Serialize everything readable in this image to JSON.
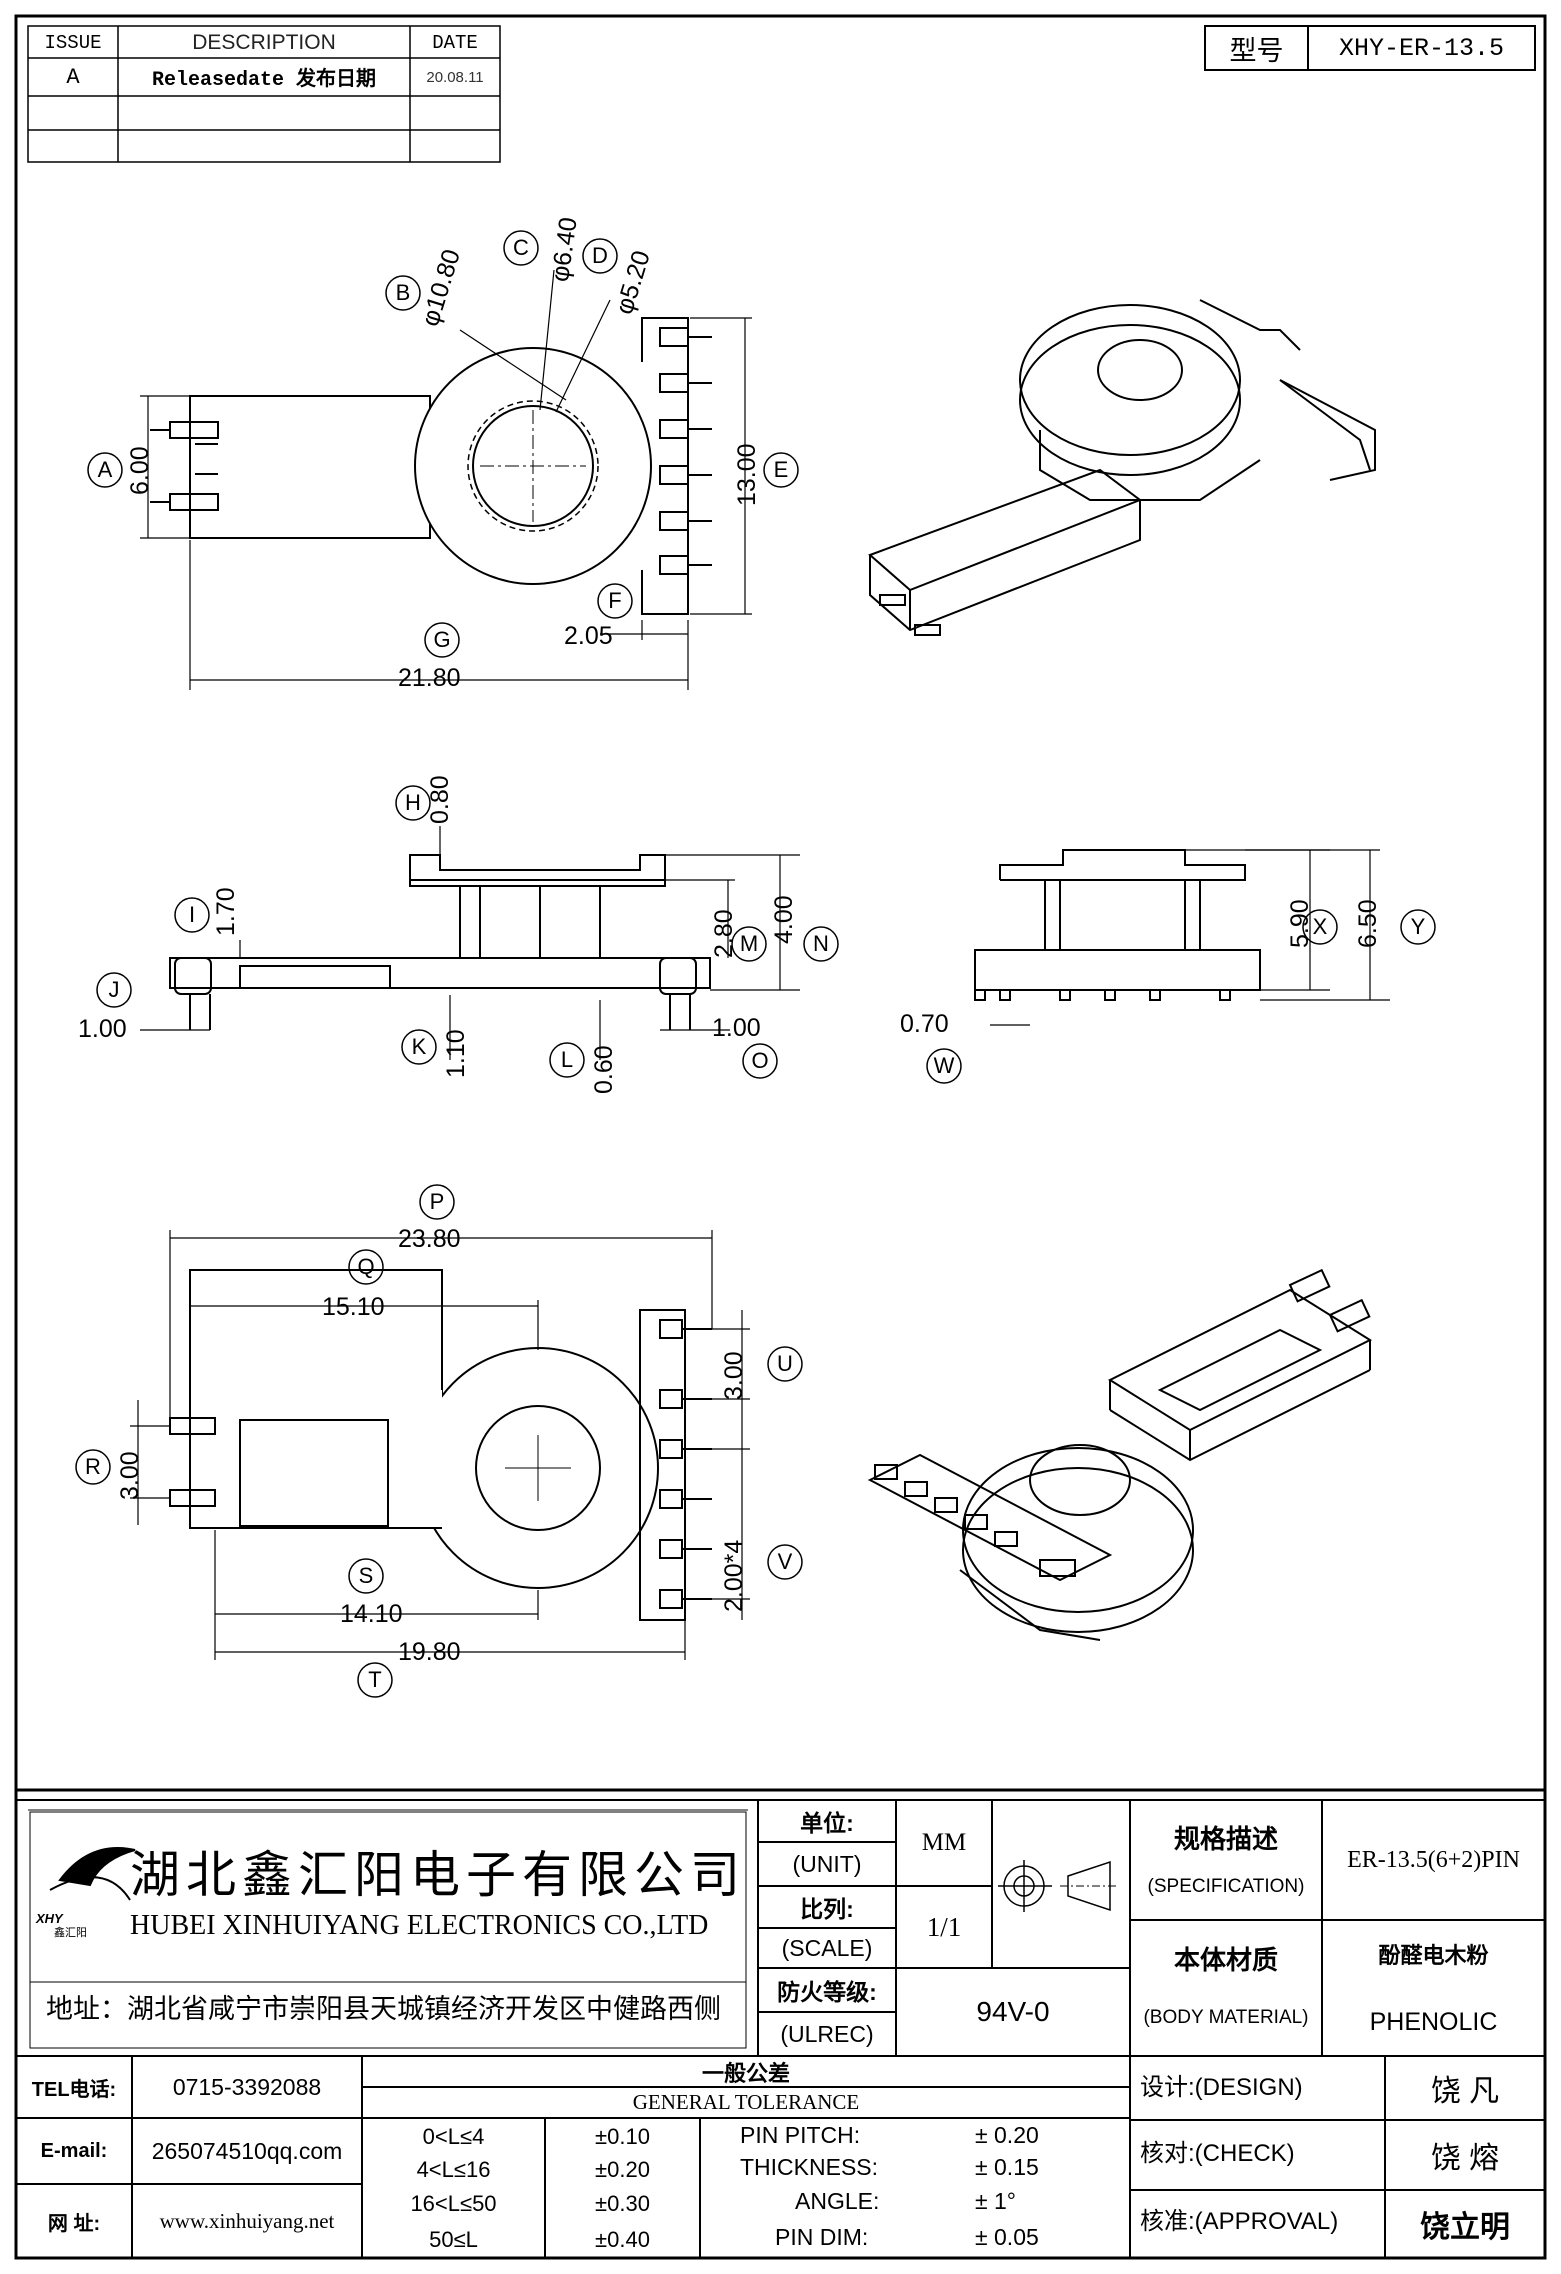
{
  "revision_table": {
    "headers": {
      "issue": "ISSUE",
      "description": "DESCRIPTION",
      "date": "DATE"
    },
    "rows": [
      {
        "issue": "A",
        "description": "Releasedate 发布日期",
        "date": "20.08.11"
      },
      {
        "issue": "",
        "description": "",
        "date": ""
      },
      {
        "issue": "",
        "description": "",
        "date": ""
      }
    ]
  },
  "model": {
    "label": "型号",
    "value": "XHY-ER-13.5"
  },
  "top_view": {
    "callouts": {
      "A": "A",
      "B": "B",
      "C": "C",
      "D": "D",
      "E": "E",
      "F": "F",
      "G": "G"
    },
    "dims": {
      "A": "6.00",
      "B": "φ10.80",
      "C": "φ6.40",
      "D": "φ5.20",
      "E": "13.00",
      "F": "2.05",
      "G": "21.80"
    }
  },
  "side_view": {
    "callouts": {
      "H": "H",
      "I": "I",
      "J": "J",
      "K": "K",
      "L": "L",
      "M": "M",
      "N": "N",
      "O": "O"
    },
    "dims": {
      "H": "0.80",
      "I": "1.70",
      "J": "1.00",
      "K": "1.10",
      "L": "0.60",
      "M": "2.80",
      "N": "4.00",
      "O": "1.00"
    }
  },
  "end_view": {
    "callouts": {
      "W": "W",
      "X": "X",
      "Y": "Y"
    },
    "dims": {
      "W": "0.70",
      "X": "5.90",
      "Y": "6.50"
    }
  },
  "bottom_view": {
    "callouts": {
      "P": "P",
      "Q": "Q",
      "R": "R",
      "S": "S",
      "T": "T",
      "U": "U",
      "V": "V"
    },
    "dims": {
      "P": "23.80",
      "Q": "15.10",
      "R": "3.00",
      "S": "14.10",
      "T": "19.80",
      "U": "3.00",
      "V": "2.00*4"
    }
  },
  "company": {
    "name_cn": "湖北鑫汇阳电子有限公司",
    "name_en": "HUBEI XINHUIYANG ELECTRONICS CO.,LTD",
    "address": "地址：湖北省咸宁市崇阳县天城镇经济开发区中健路西侧",
    "logo_text": "XHY",
    "logo_sub": "鑫汇阳"
  },
  "title_block": {
    "unit_cn": "单位:",
    "unit_en": "(UNIT)",
    "unit_value": "MM",
    "scale_cn": "比列:",
    "scale_en": "(SCALE)",
    "scale_value": "1/1",
    "ul_cn": "防火等级:",
    "ul_en": "(ULREC)",
    "ul_value": "94V-0",
    "spec_cn": "规格描述",
    "spec_en": "(SPECIFICATION)",
    "spec_value": "ER-13.5(6+2)PIN",
    "material_cn": "本体材质",
    "material_en": "(BODY MATERIAL)",
    "material_value_cn": "酚醛电木粉",
    "material_value_en": "PHENOLIC"
  },
  "contact": {
    "tel_label": "TEL电话:",
    "tel": "0715-3392088",
    "email_label": "E-mail:",
    "email": "265074510qq.com",
    "web_label": "网  址:",
    "web": "www.xinhuiyang.net"
  },
  "tolerance": {
    "title_cn": "一般公差",
    "title_en": "GENERAL TOLERANCE",
    "ranges": [
      {
        "range": "0<L≤4",
        "tol": "±0.10"
      },
      {
        "range": "4<L≤16",
        "tol": "±0.20"
      },
      {
        "range": "16<L≤50",
        "tol": "±0.30"
      },
      {
        "range": "50≤L",
        "tol": "±0.40"
      }
    ],
    "params": [
      {
        "label": "PIN PITCH:",
        "value": "± 0.20"
      },
      {
        "label": "THICKNESS:",
        "value": "± 0.15"
      },
      {
        "label": "ANGLE:",
        "value": "± 1°"
      },
      {
        "label": "PIN DIM:",
        "value": "± 0.05"
      }
    ]
  },
  "approvals": {
    "design_label": "设计:(DESIGN)",
    "design_name": "饶  凡",
    "check_label": "核对:(CHECK)",
    "check_name": "饶  熔",
    "approval_label": "核准:(APPROVAL)",
    "approval_name": "饶立明"
  }
}
